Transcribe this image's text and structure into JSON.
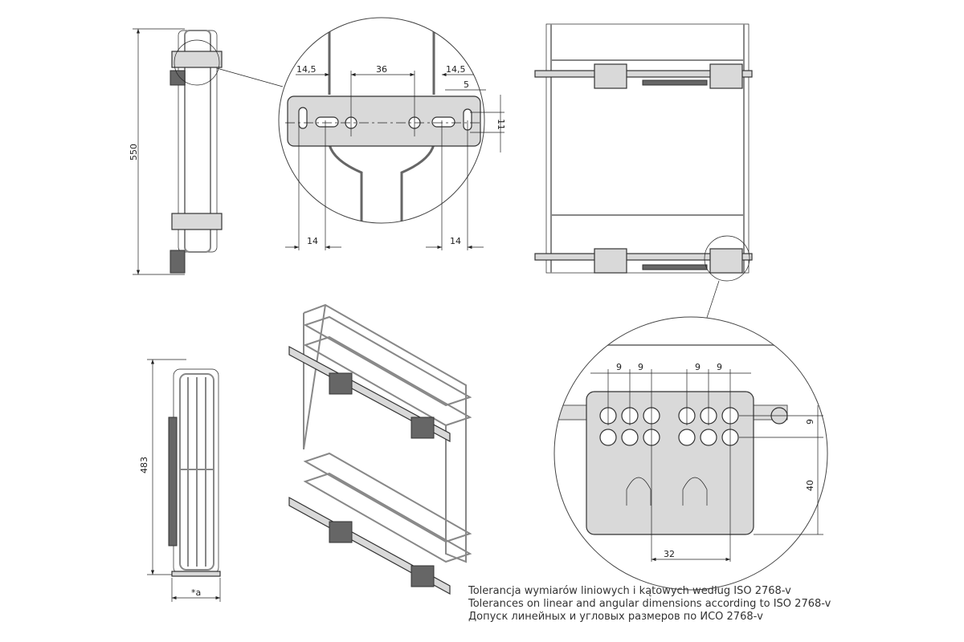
{
  "dimensions": {
    "side_height": "550",
    "front_height": "483",
    "width_a": "*a",
    "detail_a": {
      "left_offset": "14,5",
      "center_spacing": "36",
      "right_offset": "14,5",
      "edge": "5",
      "slot_height": "11",
      "bottom_left": "14",
      "bottom_right": "14"
    },
    "detail_b": {
      "pitch_1": "9",
      "pitch_2": "9",
      "pitch_3": "9",
      "pitch_4": "9",
      "row_pitch": "9",
      "height": "40",
      "width": "32"
    }
  },
  "notes": [
    "Tolerancja wymiarów liniowych i kątowych według ISO 2768-v",
    "Tolerances on linear and angular dimensions according to ISO 2768-v",
    "Допуск линейных и угловых размеров по ИСО 2768-v"
  ]
}
